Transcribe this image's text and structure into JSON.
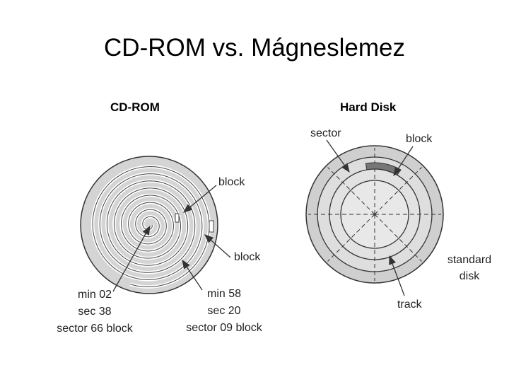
{
  "title": "CD-ROM vs. Mágneslemez",
  "cdrom": {
    "heading": "CD-ROM",
    "label_block_top": "block",
    "label_block_bottom": "block",
    "left_label": {
      "line1": "min 02",
      "line2": "sec 38",
      "line3": "sector 66 block"
    },
    "right_label": {
      "line1": "min 58",
      "line2": "sec 20",
      "line3": "sector 09 block"
    }
  },
  "harddisk": {
    "heading": "Hard Disk",
    "label_sector": "sector",
    "label_block": "block",
    "label_standard": "standard",
    "label_disk": "disk",
    "label_track": "track"
  },
  "colors": {
    "disk_fill": "#d4d4d4",
    "disk_stroke": "#333333",
    "block_fill": "#777777",
    "text": "#222222"
  }
}
